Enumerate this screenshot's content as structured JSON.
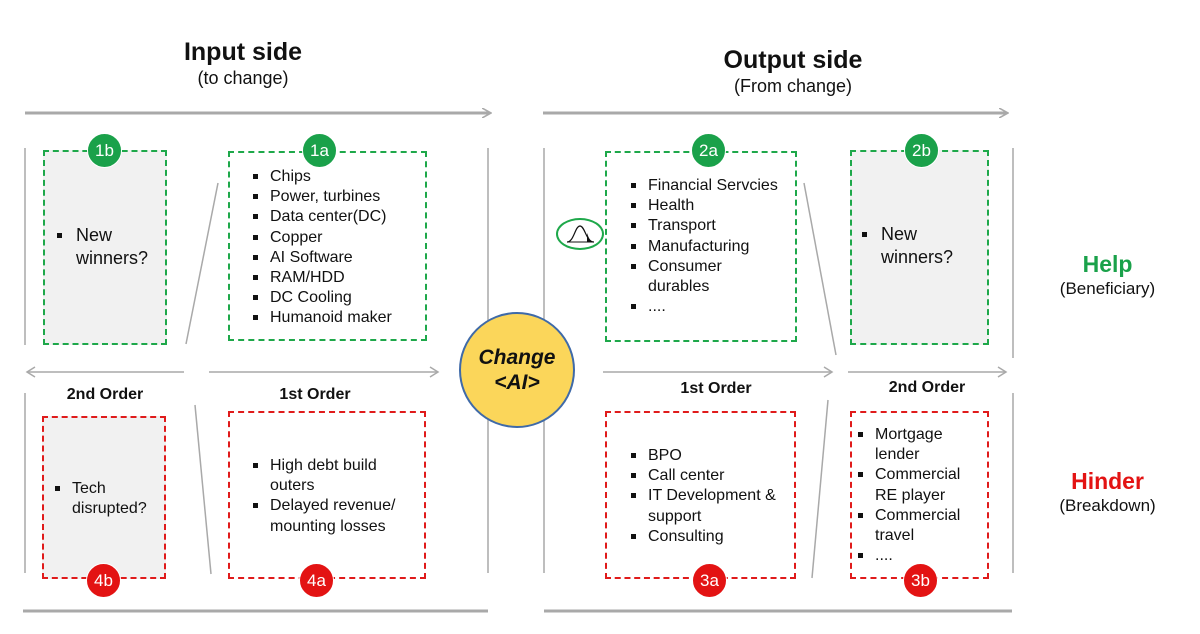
{
  "input_side": {
    "title": "Input side",
    "subtitle": "(to change)"
  },
  "output_side": {
    "title": "Output side",
    "subtitle": "(From change)"
  },
  "center": {
    "line1": "Change",
    "line2": "<AI>"
  },
  "orders": {
    "left_second": "2nd Order",
    "left_first": "1st Order",
    "right_first": "1st Order",
    "right_second": "2nd Order"
  },
  "rows": {
    "help": {
      "label": "Help",
      "sub": "(Beneficiary)",
      "color": "#1aa14a"
    },
    "hinder": {
      "label": "Hinder",
      "sub": "(Breakdown)",
      "color": "#e31313"
    }
  },
  "boxes": {
    "b1b": {
      "badge": "1b",
      "items": [
        "New winners?"
      ]
    },
    "b1a": {
      "badge": "1a",
      "items": [
        "Chips",
        "Power, turbines",
        "Data center(DC)",
        "Copper",
        "AI Software",
        "RAM/HDD",
        "DC Cooling",
        "Humanoid maker"
      ]
    },
    "b2a": {
      "badge": "2a",
      "items": [
        "Financial Servcies",
        "Health",
        "Transport",
        "Manufacturing",
        "Consumer durables",
        "...."
      ]
    },
    "b2b": {
      "badge": "2b",
      "items": [
        "New winners?"
      ]
    },
    "b4b": {
      "badge": "4b",
      "items": [
        "Tech disrupted?"
      ]
    },
    "b4a": {
      "badge": "4a",
      "items": [
        "High debt build outers",
        "Delayed revenue/ mounting losses"
      ]
    },
    "b3a": {
      "badge": "3a",
      "items": [
        "BPO",
        "Call center",
        "IT Development & support",
        "Consulting"
      ]
    },
    "b3b": {
      "badge": "3b",
      "items": [
        "Mortgage lender",
        "Commercial RE player",
        "Commercial travel",
        "...."
      ]
    }
  },
  "colors": {
    "green": "#1ea84a",
    "red": "#e01b1b",
    "grey_fill": "#f1f1f1",
    "center_fill": "#fbd65a",
    "center_border": "#3f6aa8"
  },
  "icons": {
    "distribution": "bell-curve-icon"
  }
}
